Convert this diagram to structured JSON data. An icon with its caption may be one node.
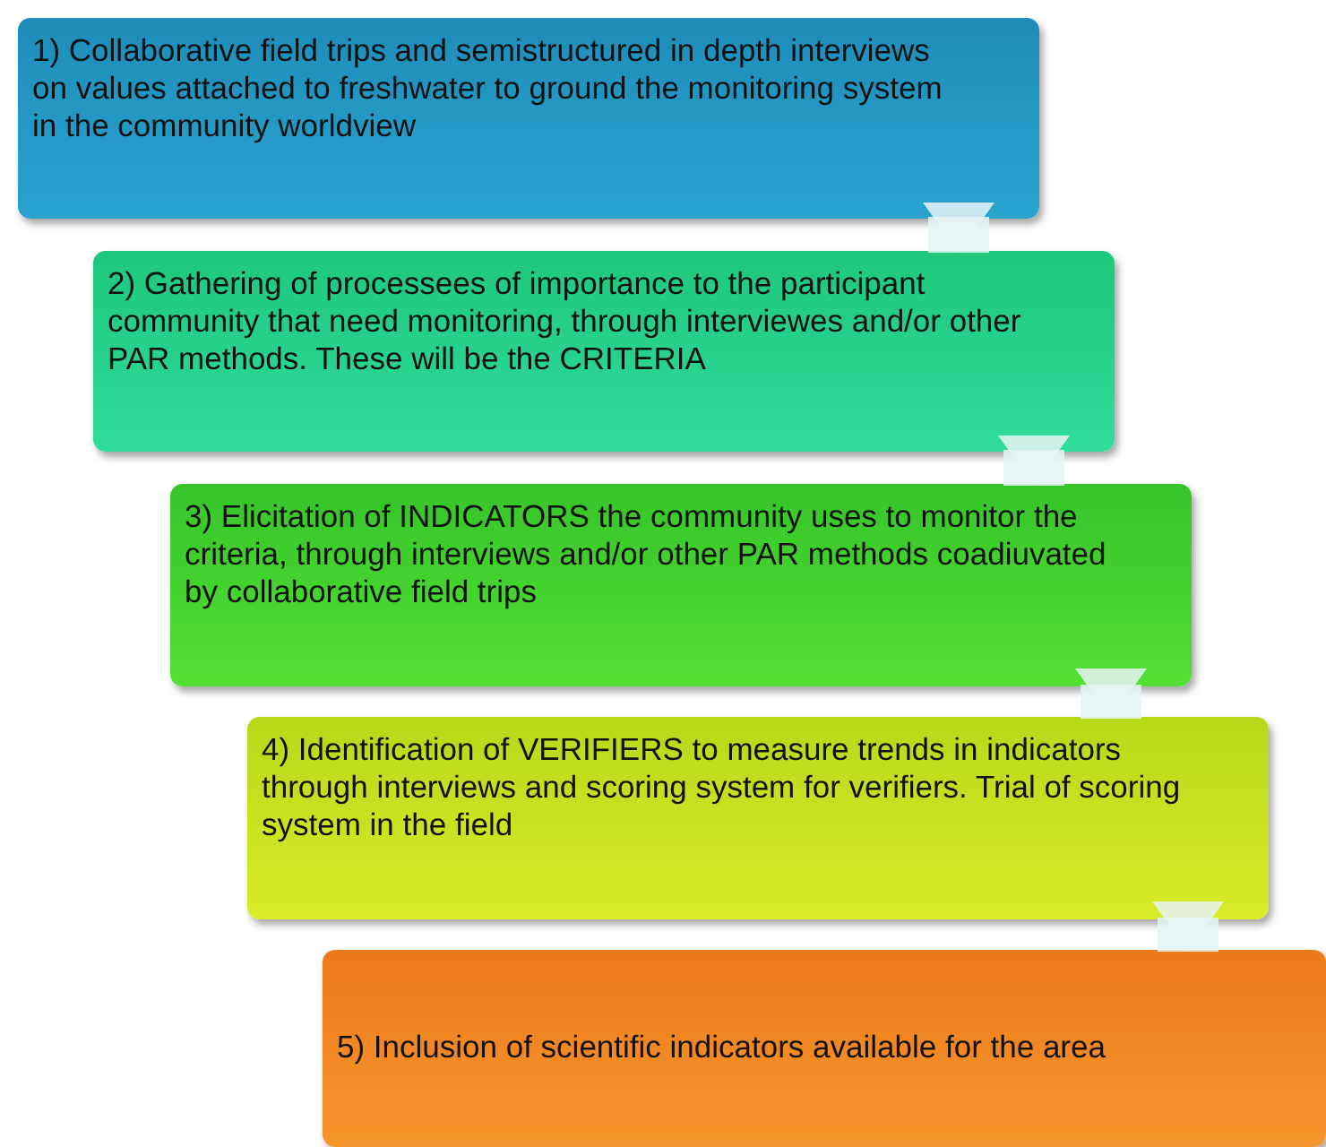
{
  "diagram": {
    "nodes": [
      {
        "text": [
          "1) Collaborative field trips and semistructured in depth interviews on values attached to freshwater to ground the monitoring system in the community worldview"
        ]
      },
      {
        "text": [
          "2) Gathering of processees of importance to the participant community that need monitoring, through interviewes and/or other PAR methods. These will be the CRITERIA"
        ]
      },
      {
        "text": [
          "3) Elicitation of INDICATORS the community uses to monitor the criteria, through interviews and/or other PAR methods coadiuvated by collaborative field trips"
        ]
      },
      {
        "text": [
          "4) Identification of VERIFIERS to measure trends in indicators through interviews and scoring system for verifiers. Trial of scoring system in the field"
        ]
      },
      {
        "text": [
          "5) Inclusion of scientific indicators available for the area"
        ]
      }
    ],
    "edges": [
      {
        "from": 0,
        "to": 1,
        "arrow": "to"
      },
      {
        "from": 1,
        "to": 2,
        "arrow": "to"
      },
      {
        "from": 2,
        "to": 3,
        "arrow": "to"
      },
      {
        "from": 3,
        "to": 4,
        "arrow": "to"
      }
    ]
  }
}
